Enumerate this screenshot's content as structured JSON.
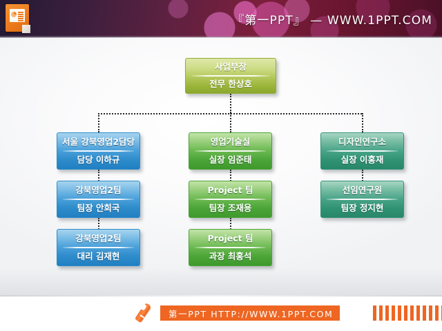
{
  "header": {
    "title": "『第一PPT』 — WWW.1PPT.COM",
    "icon": "powerpoint-icon",
    "accent_color": "#ef7f20",
    "background_color": "#5e2140"
  },
  "footer": {
    "icon": "pencil-icon",
    "banner_text": "第一PPT HTTP://WWW.1PPT.COM",
    "accent_color": "#ee6622"
  },
  "org_chart": {
    "root": {
      "title": "사업부장",
      "name": "전무 한상호",
      "color": "#a8bf45"
    },
    "columns": [
      {
        "key": "left",
        "color": "#2e8ccb",
        "nodes": [
          {
            "title": "서울 강북영업2담당",
            "name": "담당 이하규"
          },
          {
            "title": "강북영업2팀",
            "name": "팀장 안희국"
          },
          {
            "title": "강북영업2팀",
            "name": "대리 김재현"
          }
        ]
      },
      {
        "key": "center",
        "color": "#4aa436",
        "nodes": [
          {
            "title": "영업기술실",
            "name": "실장 임준태"
          },
          {
            "title": "Project 팀",
            "name": "팀장 조재용"
          },
          {
            "title": "Project 팀",
            "name": "과장 최홍석"
          }
        ]
      },
      {
        "key": "right",
        "color": "#2f9273",
        "nodes": [
          {
            "title": "디자인연구소",
            "name": "실장 이홍재"
          },
          {
            "title": "선임연구원",
            "name": "팀장 정지현"
          }
        ]
      }
    ]
  }
}
